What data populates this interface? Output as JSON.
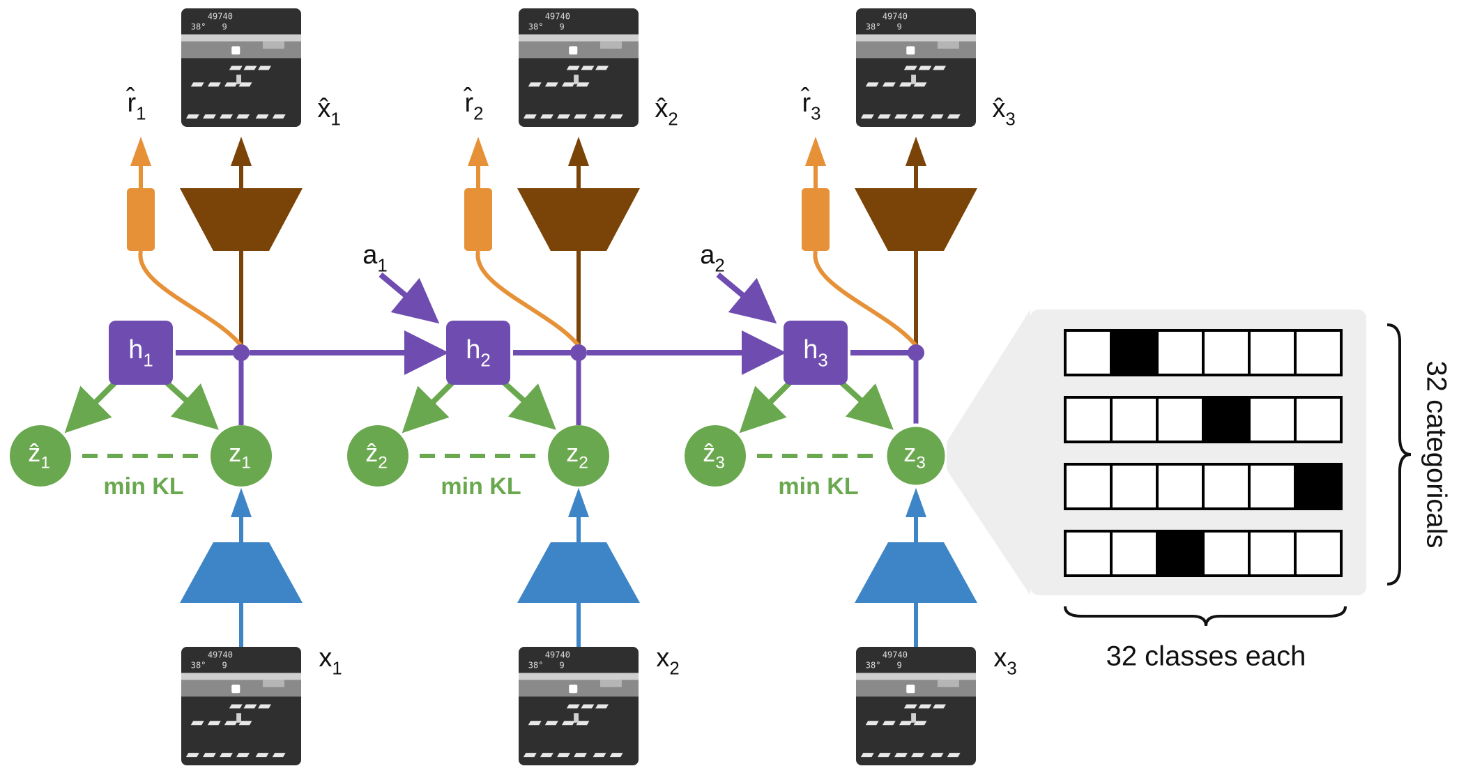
{
  "colors": {
    "purple": "#6f4db0",
    "green": "#6aa84f",
    "orange": "#e69138",
    "brown": "#7a4307",
    "blue": "#3d85c6",
    "panel": "#eeeeee",
    "frame_dark": "#2f2f2f"
  },
  "steps": [
    {
      "h": "h",
      "h_sub": "1",
      "z": "z",
      "z_sub": "1",
      "zhat": "ẑ",
      "zhat_sub": "1",
      "rhat": "r̂",
      "rhat_sub": "1",
      "xhat": "x̂",
      "xhat_sub": "1",
      "x": "x",
      "x_sub": "1",
      "kl": "min KL"
    },
    {
      "h": "h",
      "h_sub": "2",
      "z": "z",
      "z_sub": "2",
      "zhat": "ẑ",
      "zhat_sub": "2",
      "rhat": "r̂",
      "rhat_sub": "2",
      "xhat": "x̂",
      "xhat_sub": "2",
      "x": "x",
      "x_sub": "2",
      "kl": "min KL"
    },
    {
      "h": "h",
      "h_sub": "3",
      "z": "z",
      "z_sub": "3",
      "zhat": "ẑ",
      "zhat_sub": "3",
      "rhat": "r̂",
      "rhat_sub": "3",
      "xhat": "x̂",
      "xhat_sub": "3",
      "x": "x",
      "x_sub": "3",
      "kl": "min KL"
    }
  ],
  "actions": [
    {
      "a": "a",
      "a_sub": "1"
    },
    {
      "a": "a",
      "a_sub": "2"
    }
  ],
  "frame": {
    "score": "49740",
    "temp": "38°",
    "lives": "9"
  },
  "categorical": {
    "active_class_per_row": [
      1,
      3,
      5,
      2
    ],
    "rows_label": "32 categoricals",
    "cols_label": "32 classes each"
  },
  "icons": {
    "frames": "atari-game-frame-icon",
    "encoder": "encoder-trapezoid-icon",
    "decoder": "decoder-trapezoid-icon",
    "reward": "reward-head-icon"
  }
}
